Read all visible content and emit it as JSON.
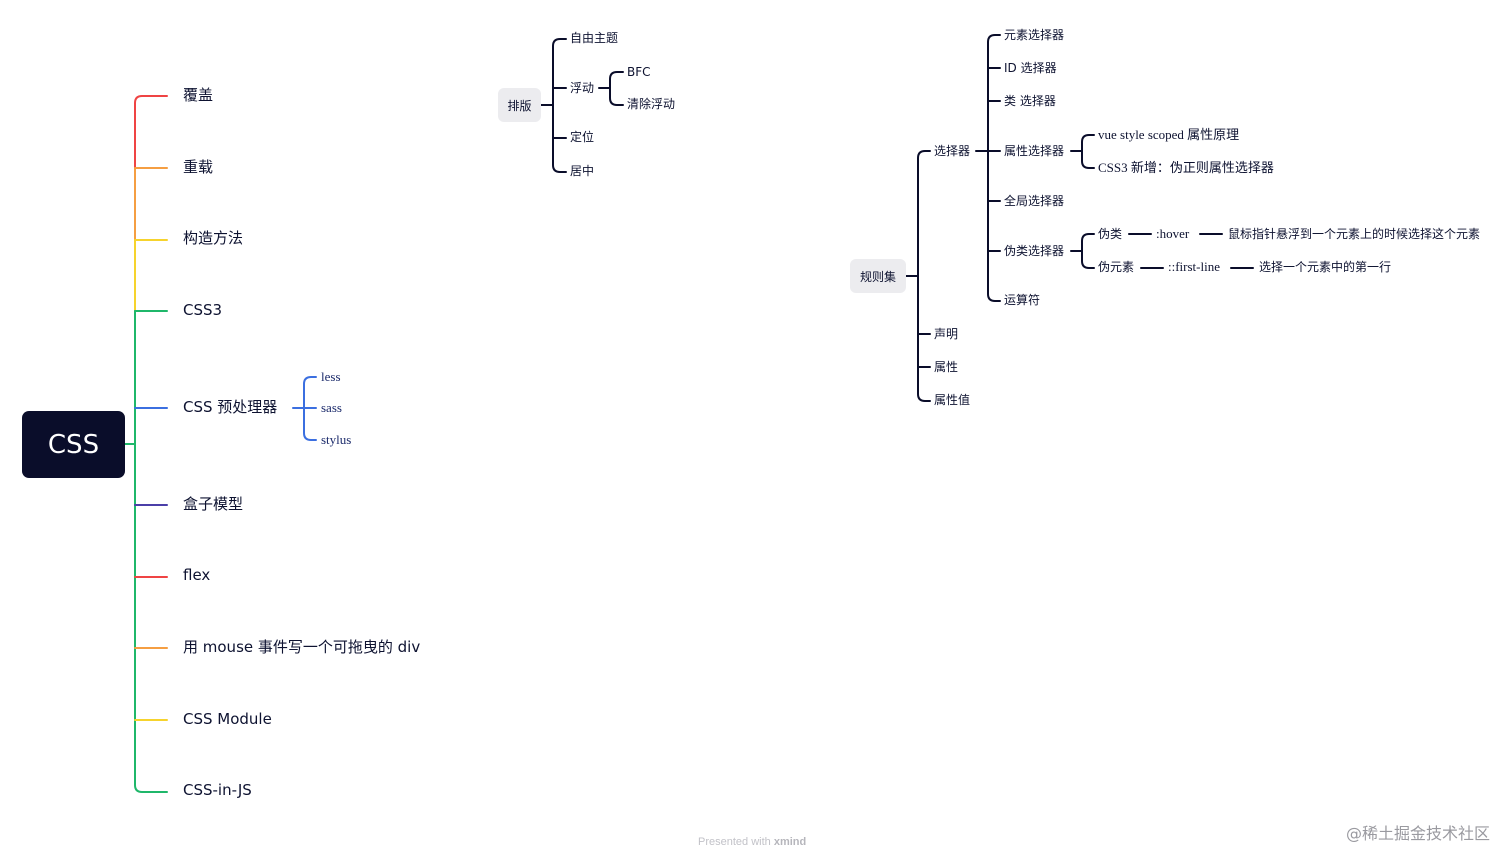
{
  "root": {
    "label": "CSS"
  },
  "branches": [
    {
      "label": "覆盖",
      "color": "#ef4444"
    },
    {
      "label": "重载",
      "color": "#f59e42"
    },
    {
      "label": "构造方法",
      "color": "#f6d32d"
    },
    {
      "label": "CSS3",
      "color": "#1fb76a"
    },
    {
      "label": "CSS 预处理器",
      "color": "#3b6fe0",
      "children": [
        "less",
        "sass",
        "stylus"
      ]
    },
    {
      "label": "盒子模型",
      "color": "#4b3fa8"
    },
    {
      "label": "flex",
      "color": "#ef4444"
    },
    {
      "label": "用 mouse 事件写一个可拖曳的 div",
      "color": "#f59e42"
    },
    {
      "label": "CSS Module",
      "color": "#f6d32d"
    },
    {
      "label": "CSS-in-JS",
      "color": "#1fb76a"
    }
  ],
  "layout_topic": {
    "label": "排版",
    "children": [
      "自由主题",
      "浮动",
      "定位",
      "居中"
    ],
    "float_children": [
      "BFC",
      "清除浮动"
    ]
  },
  "rules_topic": {
    "label": "规则集",
    "children": [
      "选择器",
      "声明",
      "属性",
      "属性值"
    ],
    "selector_children": [
      "元素选择器",
      "ID 选择器",
      "类 选择器",
      "属性选择器",
      "全局选择器",
      "伪类选择器",
      "运算符"
    ],
    "attr_selector_children": [
      "vue style scoped 属性原理",
      "CSS3 新增：伪正则属性选择器"
    ],
    "pseudo_children": [
      {
        "label": "伪类",
        "example": ":hover",
        "desc": "鼠标指针悬浮到一个元素上的时候选择这个元素"
      },
      {
        "label": "伪元素",
        "example": "::first-line",
        "desc": "选择一个元素中的第一行"
      }
    ]
  },
  "footer": {
    "prefix": "Presented with",
    "brand": "xmind"
  },
  "watermark": "@稀土掘金技术社区",
  "line_color": "#0a0d2a"
}
